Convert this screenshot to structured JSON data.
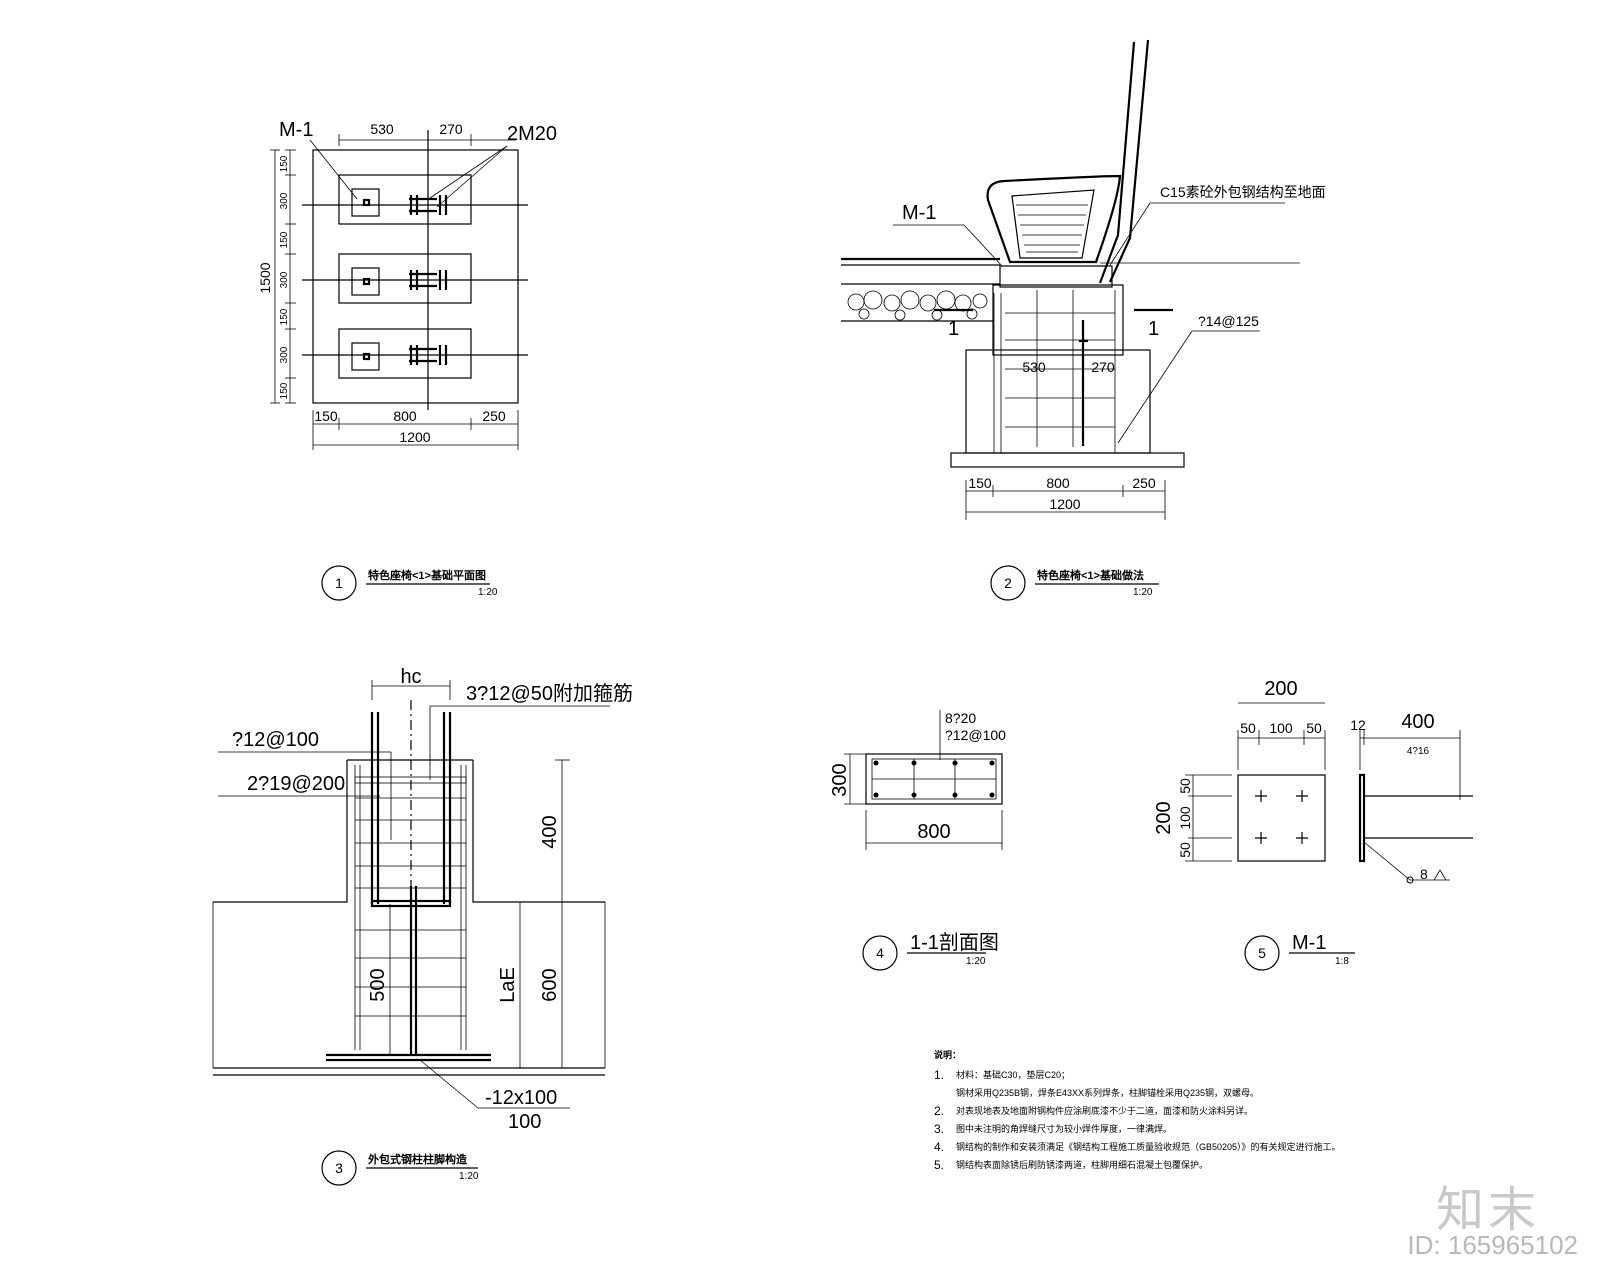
{
  "drawing1": {
    "labels": {
      "m1": "M-1",
      "bolts": "2M20"
    },
    "dims": {
      "top": [
        "530",
        "270"
      ],
      "left": [
        "150",
        "300",
        "150",
        "300",
        "150",
        "300",
        "150"
      ],
      "total_height": "1500",
      "bottom": [
        "150",
        "800",
        "250"
      ],
      "total_width": "1200"
    },
    "caption": {
      "num": "1",
      "title": "特色座椅<1>基础平面图",
      "scale": "1:20"
    }
  },
  "drawing2": {
    "labels": {
      "m1": "M-1",
      "note": "C15素砼外包钢结构至地面",
      "rebar": "?14@125",
      "sec_l": "1",
      "sec_r": "1"
    },
    "dims": {
      "inner": [
        "530",
        "270"
      ],
      "bottom": [
        "150",
        "800",
        "250"
      ],
      "total": "1200"
    },
    "caption": {
      "num": "2",
      "title": "特色座椅<1>基础做法",
      "scale": "1:20"
    }
  },
  "drawing3": {
    "labels": {
      "hc": "hc",
      "r1": "3?12@50附加箍筋",
      "r2": "?12@100",
      "r3": "2?19@200",
      "plate": "-12x100",
      "plate_w": "100"
    },
    "dims": {
      "d400": "400",
      "d500": "500",
      "lae": "LaE",
      "d600": "600"
    },
    "caption": {
      "num": "3",
      "title": "外包式钢柱柱脚构造",
      "scale": "1:20"
    }
  },
  "drawing4": {
    "labels": {
      "r1": "8?20",
      "r2": "?12@100"
    },
    "dims": {
      "h": "300",
      "w": "800"
    },
    "caption": {
      "num": "4",
      "title": "1-1剖面图",
      "scale": "1:20"
    }
  },
  "drawing5": {
    "dims": {
      "top_total": "200",
      "top_parts": [
        "50",
        "100",
        "50"
      ],
      "left_total": "200",
      "left_parts": [
        "50",
        "100",
        "50"
      ],
      "side_t": "12",
      "side_l": "400",
      "bar": "4?16",
      "weld": "8"
    },
    "caption": {
      "num": "5",
      "title": "M-1",
      "scale": "1:8"
    }
  },
  "notes": {
    "heading": "说明：",
    "items": [
      {
        "num": "1.",
        "text": "材料：基础C30，垫层C20；"
      },
      {
        "num": "",
        "text": "钢材采用Q235B钢，焊条E43XX系列焊条，柱脚锚栓采用Q235钢，双螺母。"
      },
      {
        "num": "2.",
        "text": "对表现地表及地面附钢构件应涂刷底漆不少于二道，面漆和防火涂料另详。"
      },
      {
        "num": "3.",
        "text": "图中未注明的角焊缝尺寸为较小焊件厚度，一律满焊。"
      },
      {
        "num": "4.",
        "text": "钢结构的制作和安装须满足《钢结构工程施工质量验收规范（GB50205）》的有关规定进行施工。"
      },
      {
        "num": "5.",
        "text": "钢结构表面除锈后刷防锈漆两道，柱脚用细石混凝土包覆保护。"
      }
    ]
  },
  "watermark": {
    "brand": "知末",
    "id": "ID: 165965102"
  }
}
